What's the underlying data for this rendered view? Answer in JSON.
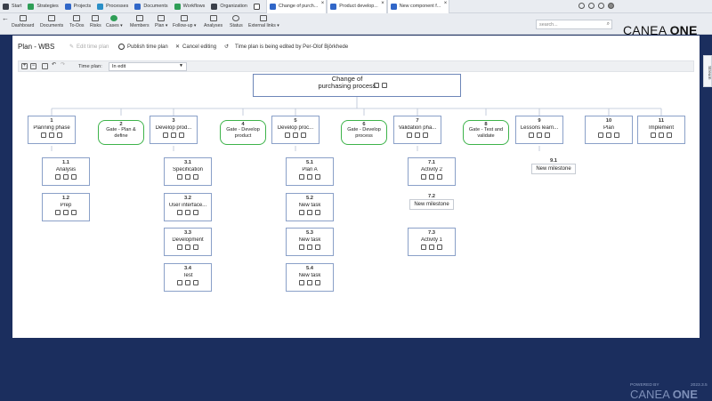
{
  "tabs": [
    {
      "label": "Start",
      "color": "#3a3f4a"
    },
    {
      "label": "Strategies",
      "color": "#2f9e57"
    },
    {
      "label": "Projects",
      "color": "#3167c8"
    },
    {
      "label": "Processes",
      "color": "#2a8fc7"
    },
    {
      "label": "Documents",
      "color": "#3167c8"
    },
    {
      "label": "Workflows",
      "color": "#2f9e57"
    },
    {
      "label": "Organization",
      "color": "#3a3f4a"
    }
  ],
  "doc_tabs": [
    {
      "label": "Change of purch...",
      "color": "#3167c8"
    },
    {
      "label": "Product develop...",
      "color": "#3167c8"
    },
    {
      "label": "New component f...",
      "color": "#3167c8"
    }
  ],
  "toolbar": {
    "items": [
      "Dashboard",
      "Documents",
      "To-Dos",
      "Risks",
      "Cases ▾",
      "Members",
      "Plan ▾",
      "Follow-up ▾",
      "Analyses",
      "Status",
      "External links ▾"
    ],
    "search_placeholder": "search...",
    "brand_light": "CANEA ",
    "brand_bold": "ONE"
  },
  "page": {
    "title": "Plan - WBS",
    "edit_time_plan": "Edit time plan",
    "publish": "Publish time plan",
    "cancel": "Cancel editing",
    "status": "Time plan is being edited by Per-Olof Björkhede",
    "time_plan_label": "Time plan:",
    "time_plan_value": "In edit",
    "stream": "Stream"
  },
  "root": {
    "label": "Change of purchasing process"
  },
  "top_nodes": [
    {
      "num": "1",
      "name": "Planning phase",
      "kind": "phase"
    },
    {
      "num": "2",
      "name": "Gate - Plan & define",
      "kind": "gate"
    },
    {
      "num": "3",
      "name": "Develop prod...",
      "kind": "phase"
    },
    {
      "num": "4",
      "name": "Gate - Develop product",
      "kind": "gate"
    },
    {
      "num": "5",
      "name": "Develop proc...",
      "kind": "phase"
    },
    {
      "num": "6",
      "name": "Gate - Develop process",
      "kind": "gate"
    },
    {
      "num": "7",
      "name": "Validation pha...",
      "kind": "phase"
    },
    {
      "num": "8",
      "name": "Gate - Test and validate",
      "kind": "gate"
    },
    {
      "num": "9",
      "name": "Lessons learn...",
      "kind": "phase"
    },
    {
      "num": "10",
      "name": "Plan",
      "kind": "phase"
    },
    {
      "num": "11",
      "name": "Implement",
      "kind": "phase"
    }
  ],
  "children": {
    "c1": [
      {
        "num": "1.1",
        "name": "Analysis"
      },
      {
        "num": "1.2",
        "name": "Prep"
      }
    ],
    "c3": [
      {
        "num": "3.1",
        "name": "Specification"
      },
      {
        "num": "3.2",
        "name": "User interface..."
      },
      {
        "num": "3.3",
        "name": "Development"
      },
      {
        "num": "3.4",
        "name": "Test"
      }
    ],
    "c5": [
      {
        "num": "5.1",
        "name": "Plan A"
      },
      {
        "num": "5.2",
        "name": "New task"
      },
      {
        "num": "5.3",
        "name": "New task"
      },
      {
        "num": "5.4",
        "name": "New task"
      }
    ],
    "c7": [
      {
        "num": "7.1",
        "name": "Activity 2"
      },
      {
        "num": "7.2",
        "name": "New milestone"
      },
      {
        "num": "7.3",
        "name": "Activity 1"
      }
    ],
    "c9": [
      {
        "num": "9.1",
        "name": "New milestone"
      }
    ]
  },
  "footer": {
    "powered": "POWERED BY",
    "version": "2023.3.5",
    "brand_light": "CANEA ",
    "brand_bold": "ONE"
  },
  "colors": {
    "gate_border": "#3db34a",
    "node_border": "#8aa0c8",
    "background": "#1b2e5e"
  }
}
